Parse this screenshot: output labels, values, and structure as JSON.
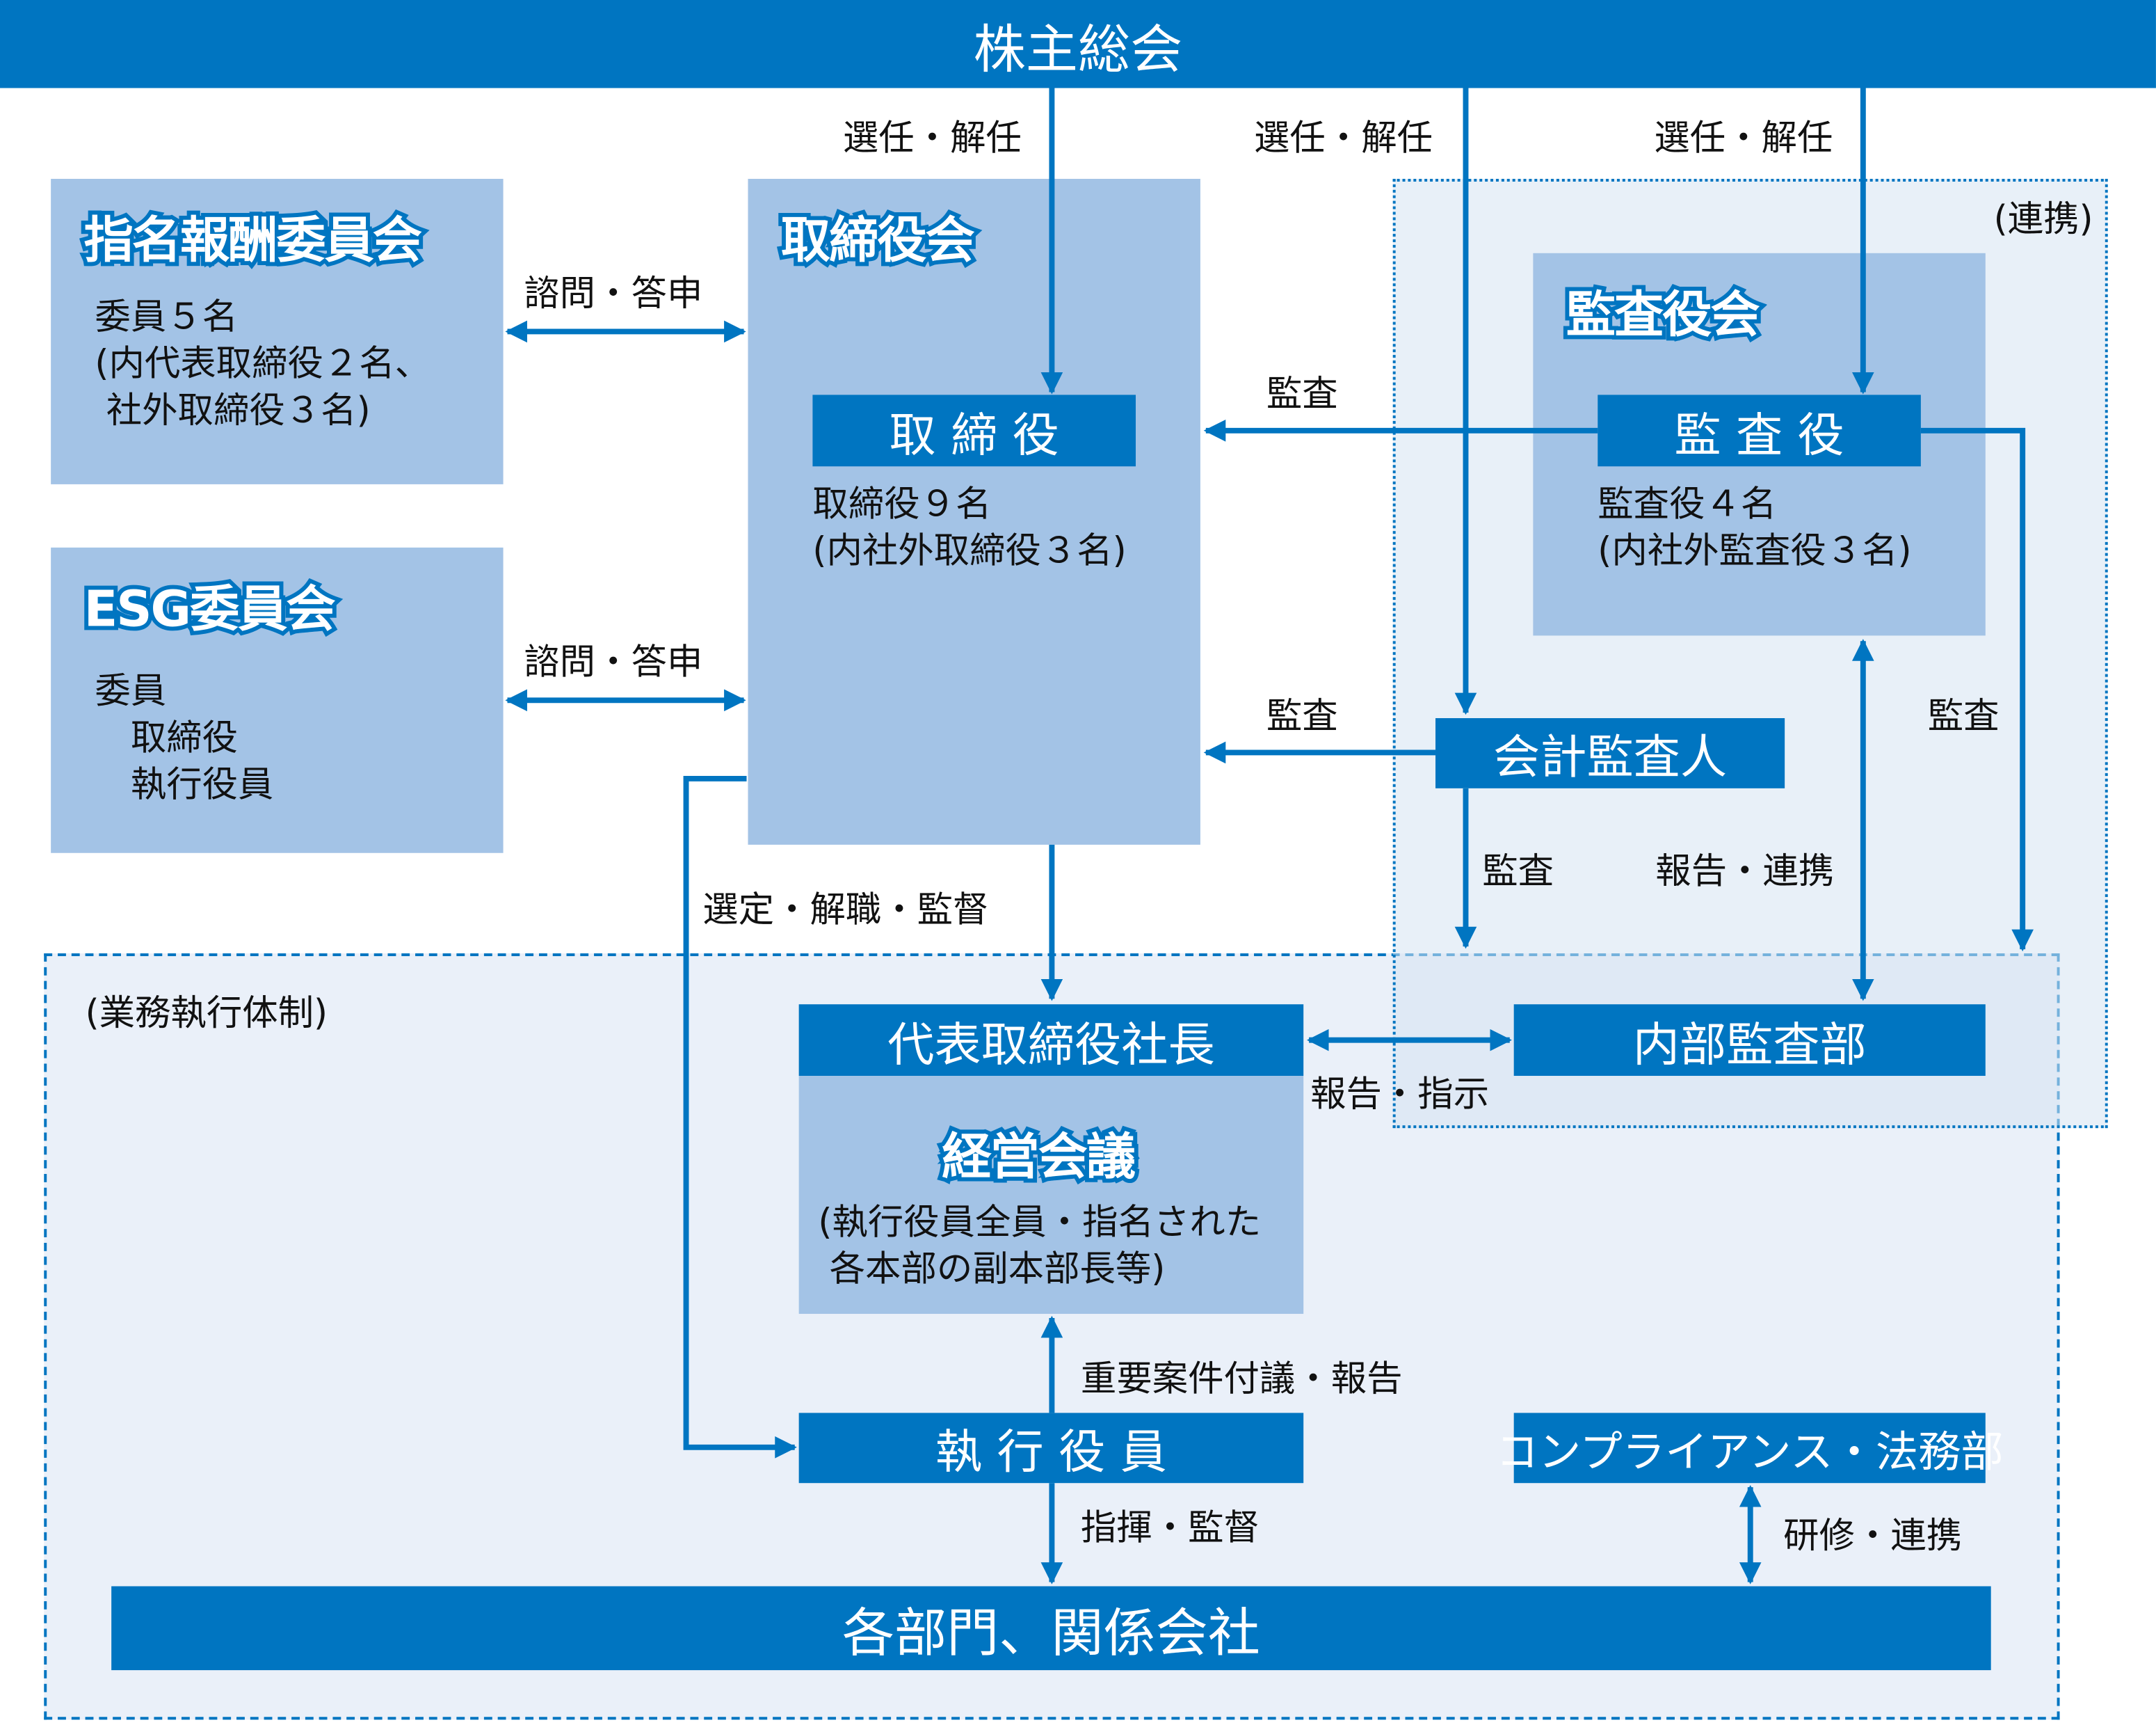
{
  "top_bar": "株主総会",
  "regions": {
    "execution": "(業務執行体制)",
    "collaboration": "(連携)"
  },
  "nomination_committee": {
    "title": "指名報酬委員会",
    "body": "委員５名\n(内代表取締役２名、\n 社外取締役３名)"
  },
  "esg_committee": {
    "title": "ESG委員会",
    "body": "委員\n　取締役\n　執行役員"
  },
  "board": {
    "title": "取締役会",
    "label": "取 締 役",
    "body": "取締役９名\n(内社外取締役３名)"
  },
  "audit_board": {
    "title": "監査役会",
    "label": "監 査 役",
    "body": "監査役４名\n(内社外監査役３名)"
  },
  "accounting_auditor": "会計監査人",
  "president": "代表取締役社長",
  "management_meeting": {
    "title": "経営会議",
    "body": "(執行役員全員・指名された\n 各本部の副本部長等)"
  },
  "internal_audit": "内部監査部",
  "executive_officers": "執 行 役 員",
  "compliance": "コンプライアンス・法務部",
  "departments": "各部門、関係会社",
  "labels": {
    "elect1": "選任・解任",
    "elect2": "選任・解任",
    "elect3": "選任・解任",
    "consult1": "諮問・答申",
    "consult2": "諮問・答申",
    "audit1": "監査",
    "audit2": "監査",
    "audit3": "監査",
    "audit4": "監査",
    "report_collab": "報告・連携",
    "appoint": "選定・解職・監督",
    "report_instruct": "報告・指示",
    "important": "重要案件付議・報告",
    "command": "指揮・監督",
    "training": "研修・連携"
  },
  "colors": {
    "dark_blue": "#0075C1",
    "light_blue": "#A3C3E6",
    "region_bg": "#EAF0F9"
  }
}
